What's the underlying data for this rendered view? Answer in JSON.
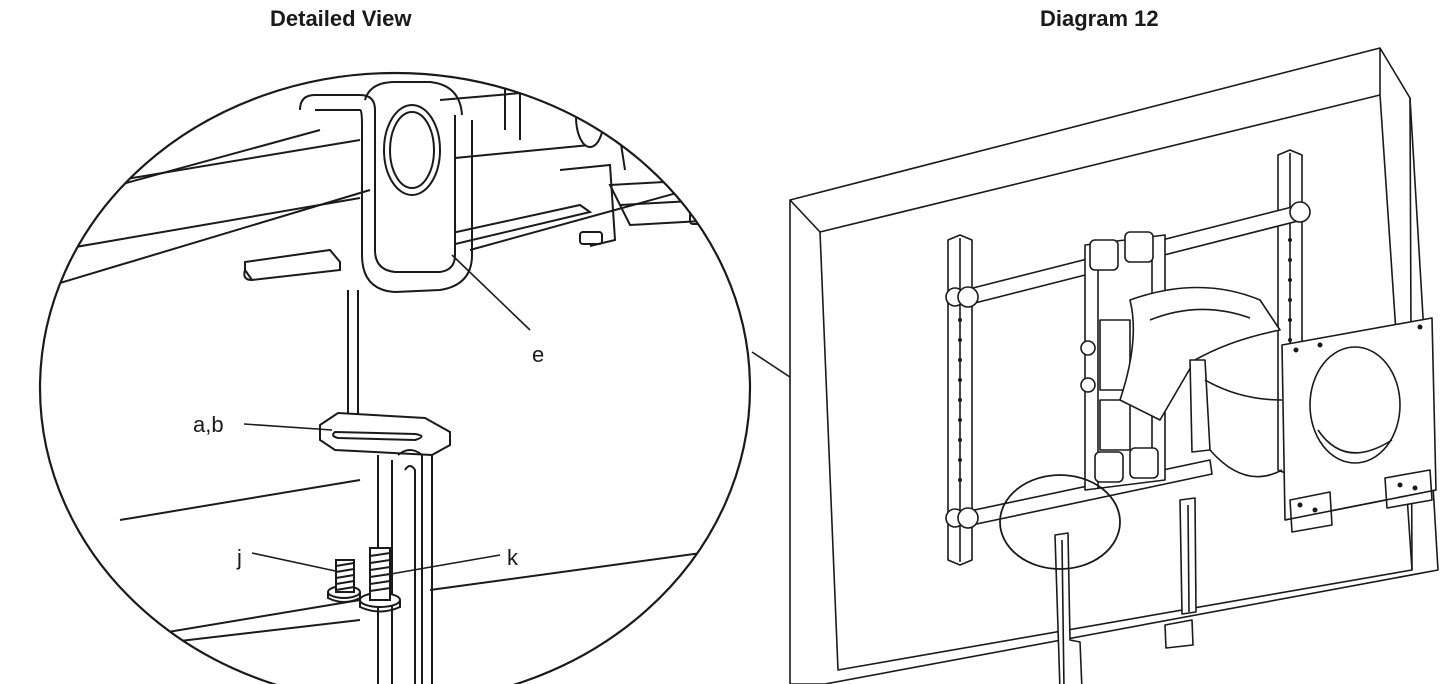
{
  "titles": {
    "left": "Detailed View",
    "right": "Diagram 12"
  },
  "callouts": {
    "e": "e",
    "ab": "a,b",
    "j": "j",
    "k": "k"
  }
}
